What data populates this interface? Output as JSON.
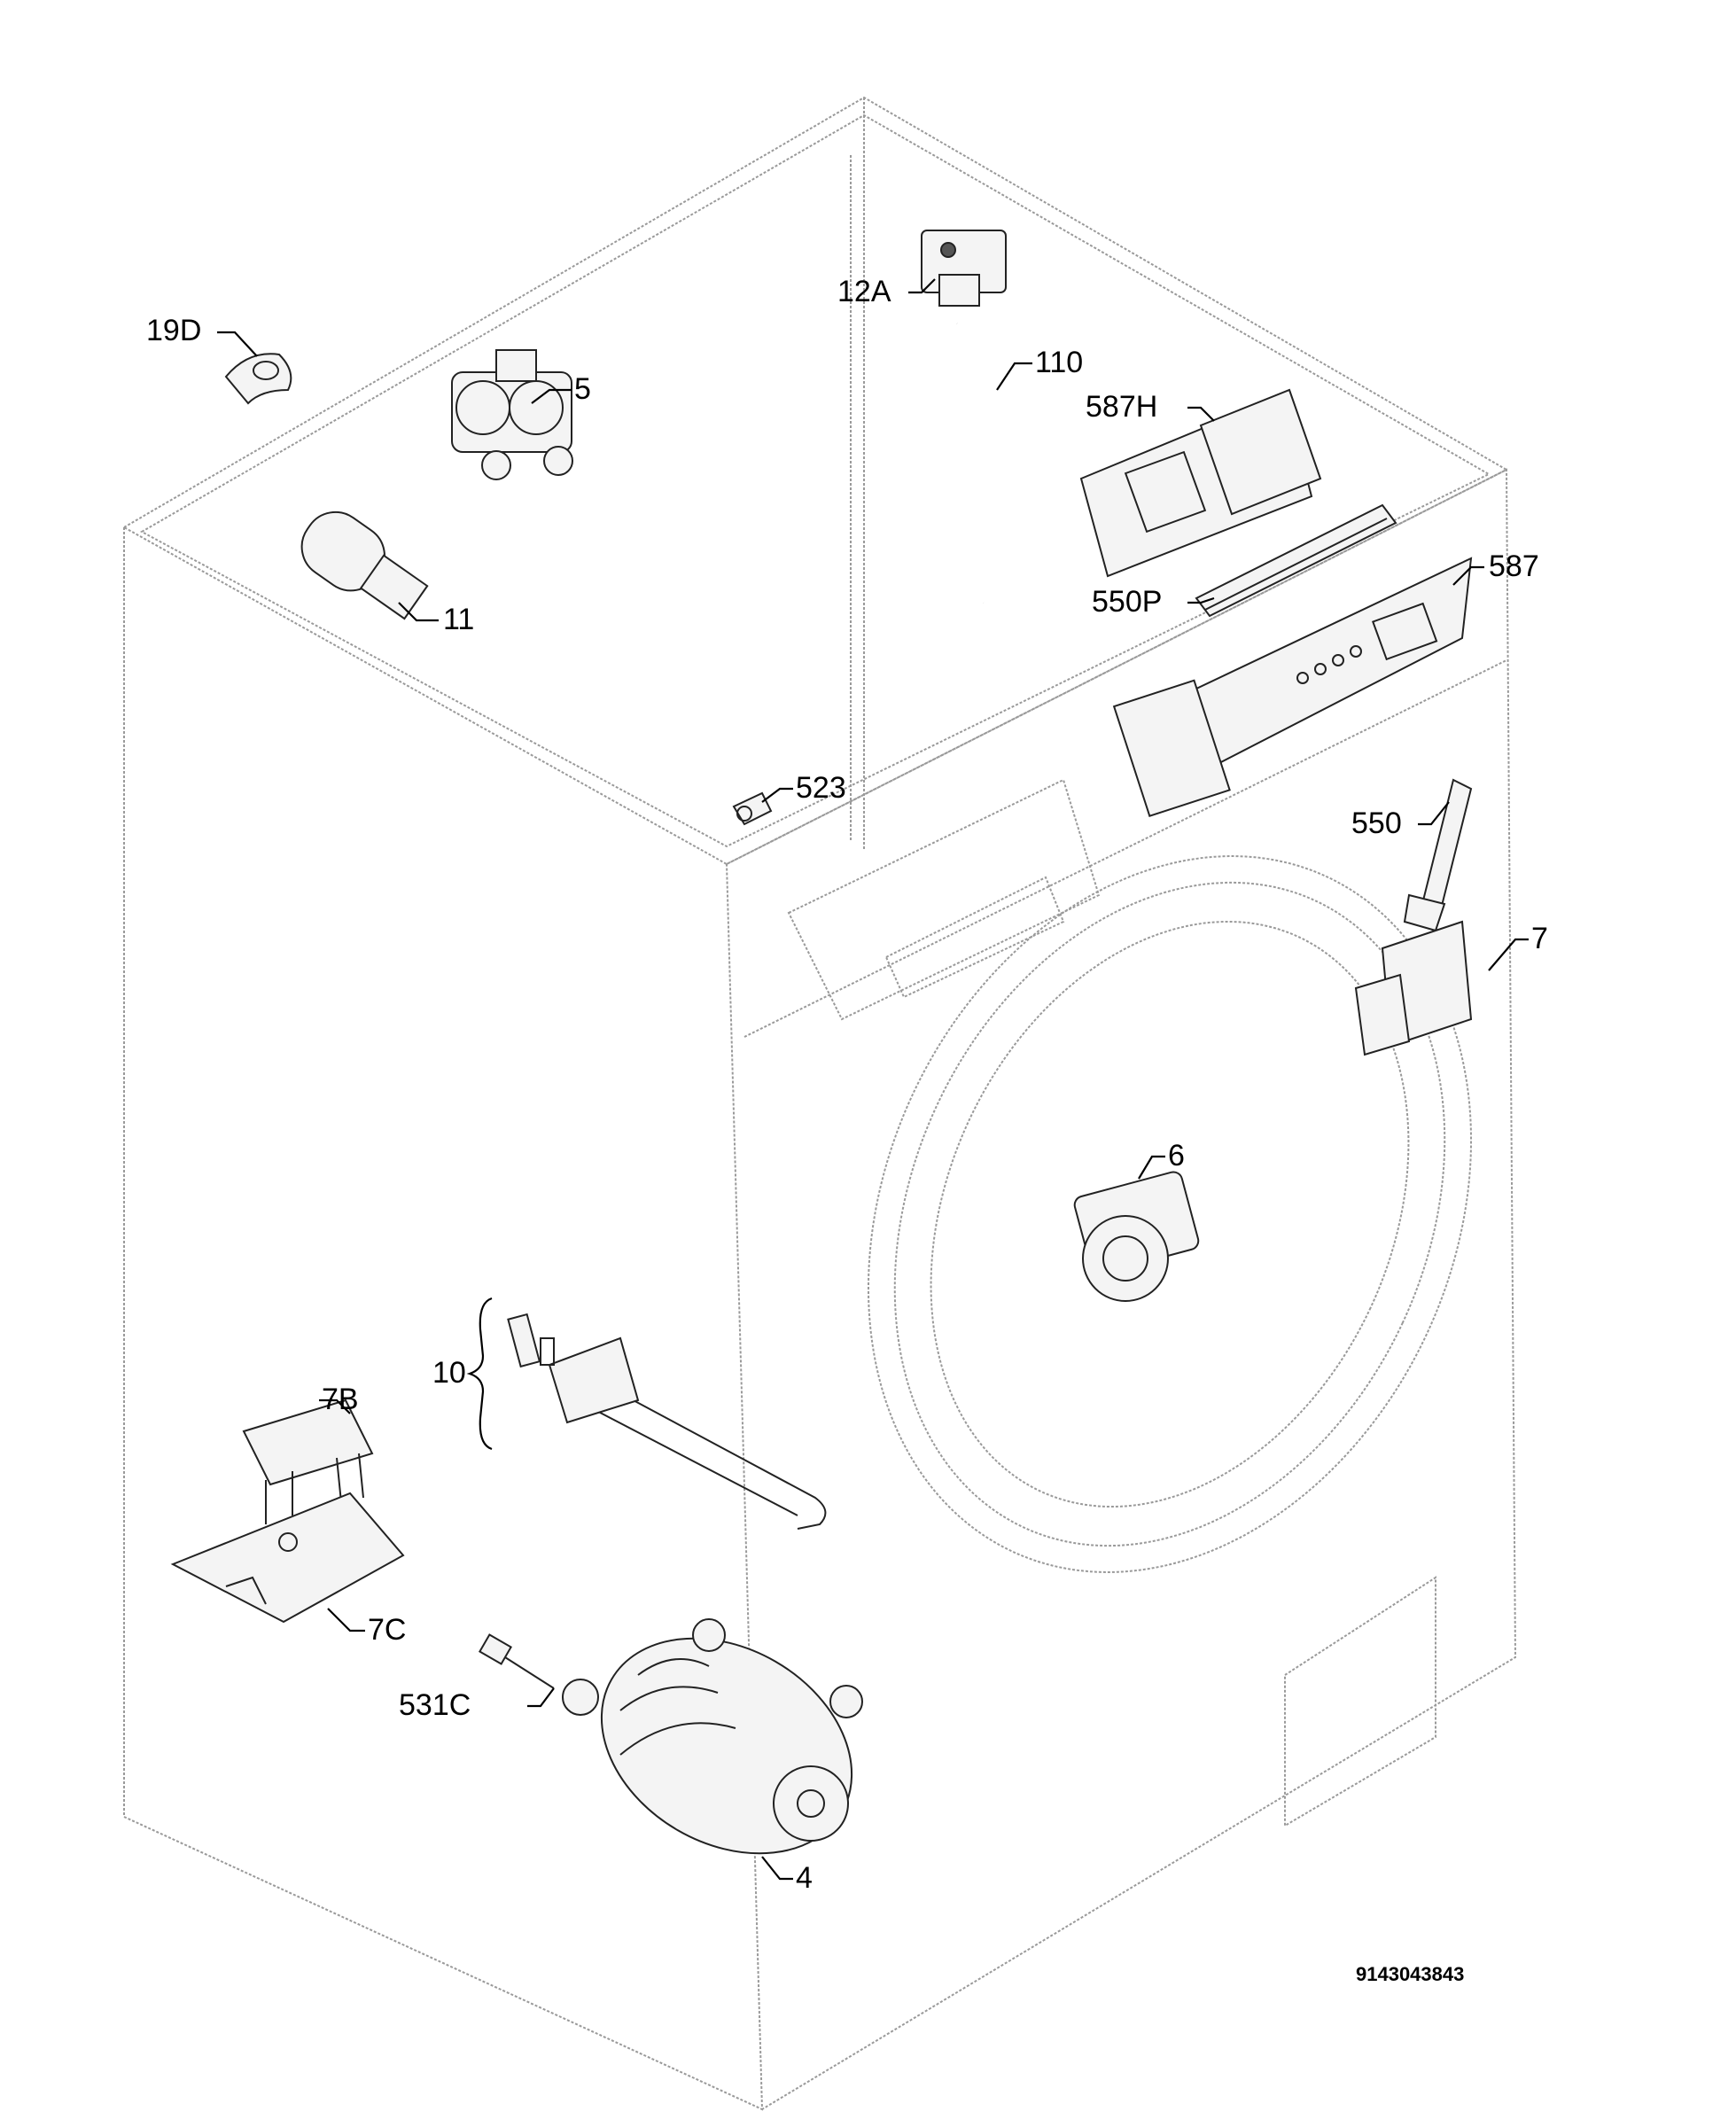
{
  "callouts": {
    "c19D": "19D",
    "c5": "5",
    "c11": "11",
    "c12A": "12A",
    "c110": "110",
    "c587H": "587H",
    "c587": "587",
    "c550P": "550P",
    "c523": "523",
    "c550": "550",
    "c7": "7",
    "c6": "6",
    "c10": "10",
    "c7B": "7B",
    "c7C": "7C",
    "c531C": "531C",
    "c4": "4"
  },
  "document_number": "9143043843"
}
